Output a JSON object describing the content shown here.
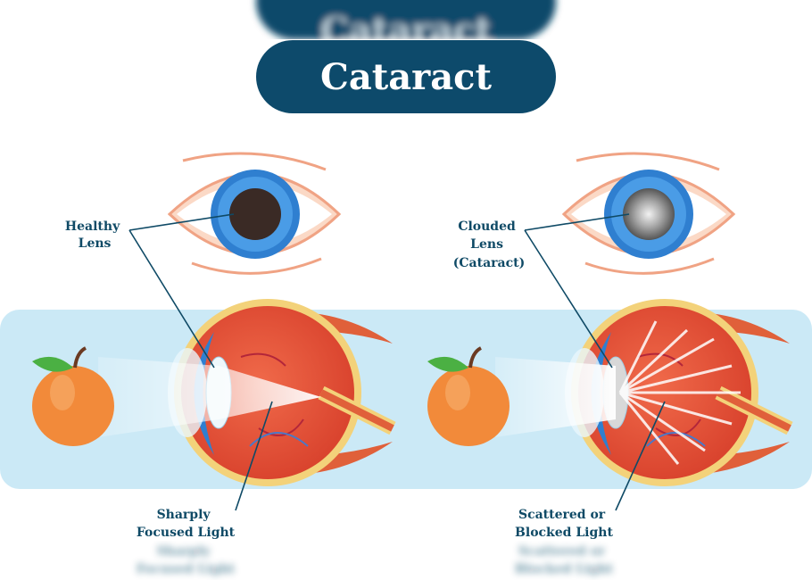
{
  "title": "Cataract",
  "left": {
    "lens_label": [
      "Healthy",
      "Lens"
    ],
    "light_label": [
      "Sharply",
      "Focused Light"
    ]
  },
  "right": {
    "lens_label": [
      "Clouded",
      "Lens",
      "(Cataract)"
    ],
    "light_label": [
      "Scattered or",
      "Blocked Light"
    ]
  },
  "colors": {
    "title_bg": "#0d4a6b",
    "label_text": "#0f4a66",
    "band": "#cbe9f6",
    "iris": "#3a8fdc",
    "muscle": "#e0603a",
    "apple": "#f28a3a"
  }
}
